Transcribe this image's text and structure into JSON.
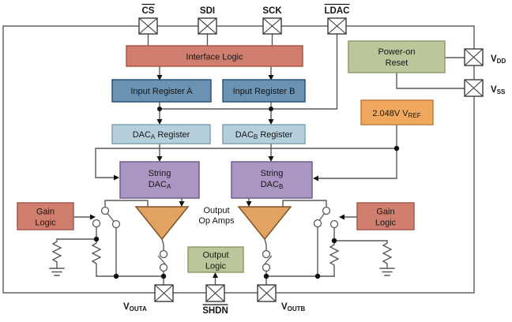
{
  "pins": {
    "cs": "CS",
    "sdi": "SDI",
    "sck": "SCK",
    "ldac": "LDAC",
    "shdn": "SHDN",
    "vdd": {
      "base": "V",
      "sub": "DD"
    },
    "vss": {
      "base": "V",
      "sub": "SS"
    },
    "vouta": {
      "base": "V",
      "sub": "OUTA"
    },
    "voutb": {
      "base": "V",
      "sub": "OUTB"
    }
  },
  "blocks": {
    "interface_logic": "Interface Logic",
    "input_register_a": "Input Register A",
    "input_register_b": "Input Register B",
    "dac_register_a": {
      "pre": "DAC",
      "sub": "A",
      "post": " Register"
    },
    "dac_register_b": {
      "pre": "DAC",
      "sub": "B",
      "post": " Register"
    },
    "string_dac_a": {
      "line1": "String",
      "pre": "DAC",
      "sub": "A"
    },
    "string_dac_b": {
      "line1": "String",
      "pre": "DAC",
      "sub": "B"
    },
    "power_on_reset": {
      "line1": "Power-on",
      "line2": "Reset"
    },
    "vref": {
      "pre": "2.048V V",
      "sub": "REF"
    },
    "gain_logic_left": {
      "line1": "Gain",
      "line2": "Logic"
    },
    "gain_logic_right": {
      "line1": "Gain",
      "line2": "Logic"
    },
    "output_logic": {
      "line1": "Output",
      "line2": "Logic"
    }
  },
  "annotations": {
    "op_amps": {
      "line1": "Output",
      "line2": "Op Amps"
    }
  },
  "colors": {
    "wire": "#595959",
    "red_fill": "#D07E6E",
    "red_border": "#A5584B",
    "blue_fill": "#6C92B3",
    "blue_border": "#2A5578",
    "lightblue_fill": "#B6CFDD",
    "lightblue_border": "#7FA2B4",
    "purple_fill": "#AB96C3",
    "purple_border": "#6F5E8C",
    "green_fill": "#BBC69B",
    "green_border": "#8E9C6B",
    "orange_fill": "#EFA85E",
    "orange_border": "#C07F3D",
    "amp_fill": "#E2A262",
    "amp_border": "#7E5428"
  }
}
